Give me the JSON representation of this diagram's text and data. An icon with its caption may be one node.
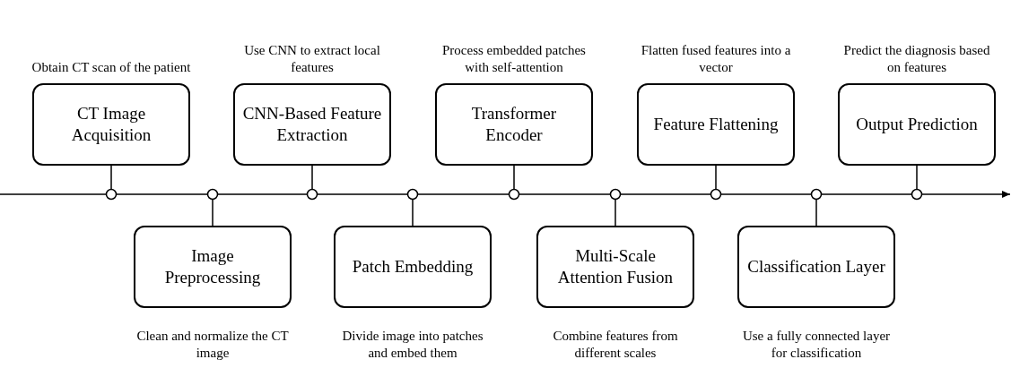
{
  "diagram": {
    "nodes": [
      {
        "text": [
          "CT Image Acquisition"
        ],
        "beside": [
          "Obtain CT scan of the patient"
        ]
      },
      {
        "text": [
          "Image Preprocessing"
        ],
        "beside": [
          "Clean and normalize the CT image"
        ]
      },
      {
        "text": [
          "CNN-Based Feature Extraction"
        ],
        "beside": [
          "Use CNN to extract local features"
        ]
      },
      {
        "text": [
          "Patch Embedding"
        ],
        "beside": [
          "Divide image into patches and embed them"
        ]
      },
      {
        "text": [
          "Transformer Encoder"
        ],
        "beside": [
          "Process embedded patches with self-attention"
        ]
      },
      {
        "text": [
          "Multi-Scale Attention Fusion"
        ],
        "beside": [
          "Combine features from different scales"
        ]
      },
      {
        "text": [
          "Feature Flattening"
        ],
        "beside": [
          "Flatten fused features into a vector"
        ]
      },
      {
        "text": [
          "Classification Layer"
        ],
        "beside": [
          "Use a fully connected layer for classification"
        ]
      },
      {
        "text": [
          "Output Prediction"
        ],
        "beside": [
          "Predict the diagnosis based on features"
        ]
      },
      {
        "text": [],
        "shape": "circle"
      },
      {
        "text": [],
        "shape": "circle"
      },
      {
        "text": [],
        "shape": "circle"
      },
      {
        "text": [],
        "shape": "circle"
      },
      {
        "text": [],
        "shape": "circle"
      },
      {
        "text": [],
        "shape": "circle"
      },
      {
        "text": [],
        "shape": "circle"
      },
      {
        "text": [],
        "shape": "circle"
      },
      {
        "text": [],
        "shape": "circle"
      }
    ],
    "edges": [
      {
        "from": 0,
        "to": 9,
        "arrow": "none"
      },
      {
        "from": 1,
        "to": 10,
        "arrow": "none"
      },
      {
        "from": 2,
        "to": 11,
        "arrow": "none"
      },
      {
        "from": 3,
        "to": 12,
        "arrow": "none"
      },
      {
        "from": 4,
        "to": 13,
        "arrow": "none"
      },
      {
        "from": 5,
        "to": 14,
        "arrow": "none"
      },
      {
        "from": 6,
        "to": 15,
        "arrow": "none"
      },
      {
        "from": 7,
        "to": 16,
        "arrow": "none"
      },
      {
        "from": 8,
        "to": 17,
        "arrow": "none"
      },
      {
        "from": null,
        "to": 9,
        "arrow": "none"
      },
      {
        "from": 9,
        "to": 10,
        "arrow": "none"
      },
      {
        "from": 10,
        "to": 11,
        "arrow": "none"
      },
      {
        "from": 11,
        "to": 12,
        "arrow": "none"
      },
      {
        "from": 12,
        "to": 13,
        "arrow": "none"
      },
      {
        "from": 13,
        "to": 14,
        "arrow": "none"
      },
      {
        "from": 14,
        "to": 15,
        "arrow": "none"
      },
      {
        "from": 15,
        "to": 16,
        "arrow": "none"
      },
      {
        "from": 16,
        "to": 17,
        "arrow": "none"
      },
      {
        "from": 17,
        "to": null,
        "arrow": "to"
      }
    ]
  }
}
